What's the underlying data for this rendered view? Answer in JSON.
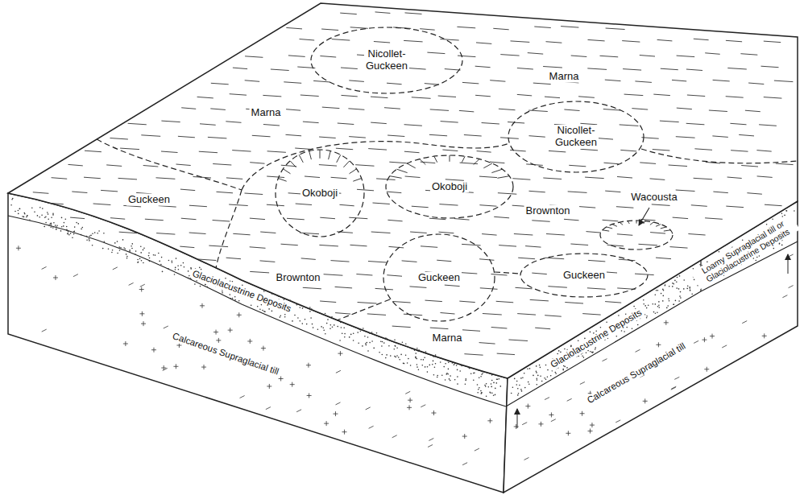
{
  "diagram": {
    "nodes": [
      {
        "text": [
          "Nicollet-Guckeen"
        ]
      },
      {
        "text": [
          "Nicollet-Guckeen"
        ]
      },
      {
        "text": [
          "Okoboji"
        ]
      },
      {
        "text": [
          "Okoboji"
        ]
      },
      {
        "text": [
          "Guckeen"
        ]
      },
      {
        "text": [
          "Guckeen"
        ]
      }
    ],
    "labels": [
      "Marna",
      "Marna",
      "Guckeen",
      "Brownton",
      "Wacousta",
      "Brownton",
      "Marna",
      "Glaciolacustrine Deposits",
      "Calcareous Supraglacial till",
      "Glaciolacustrine Deposits",
      "Loamy Supraglacial till or Glaciolacustrine Deposits",
      "Calcareous Supraglacial till"
    ]
  }
}
